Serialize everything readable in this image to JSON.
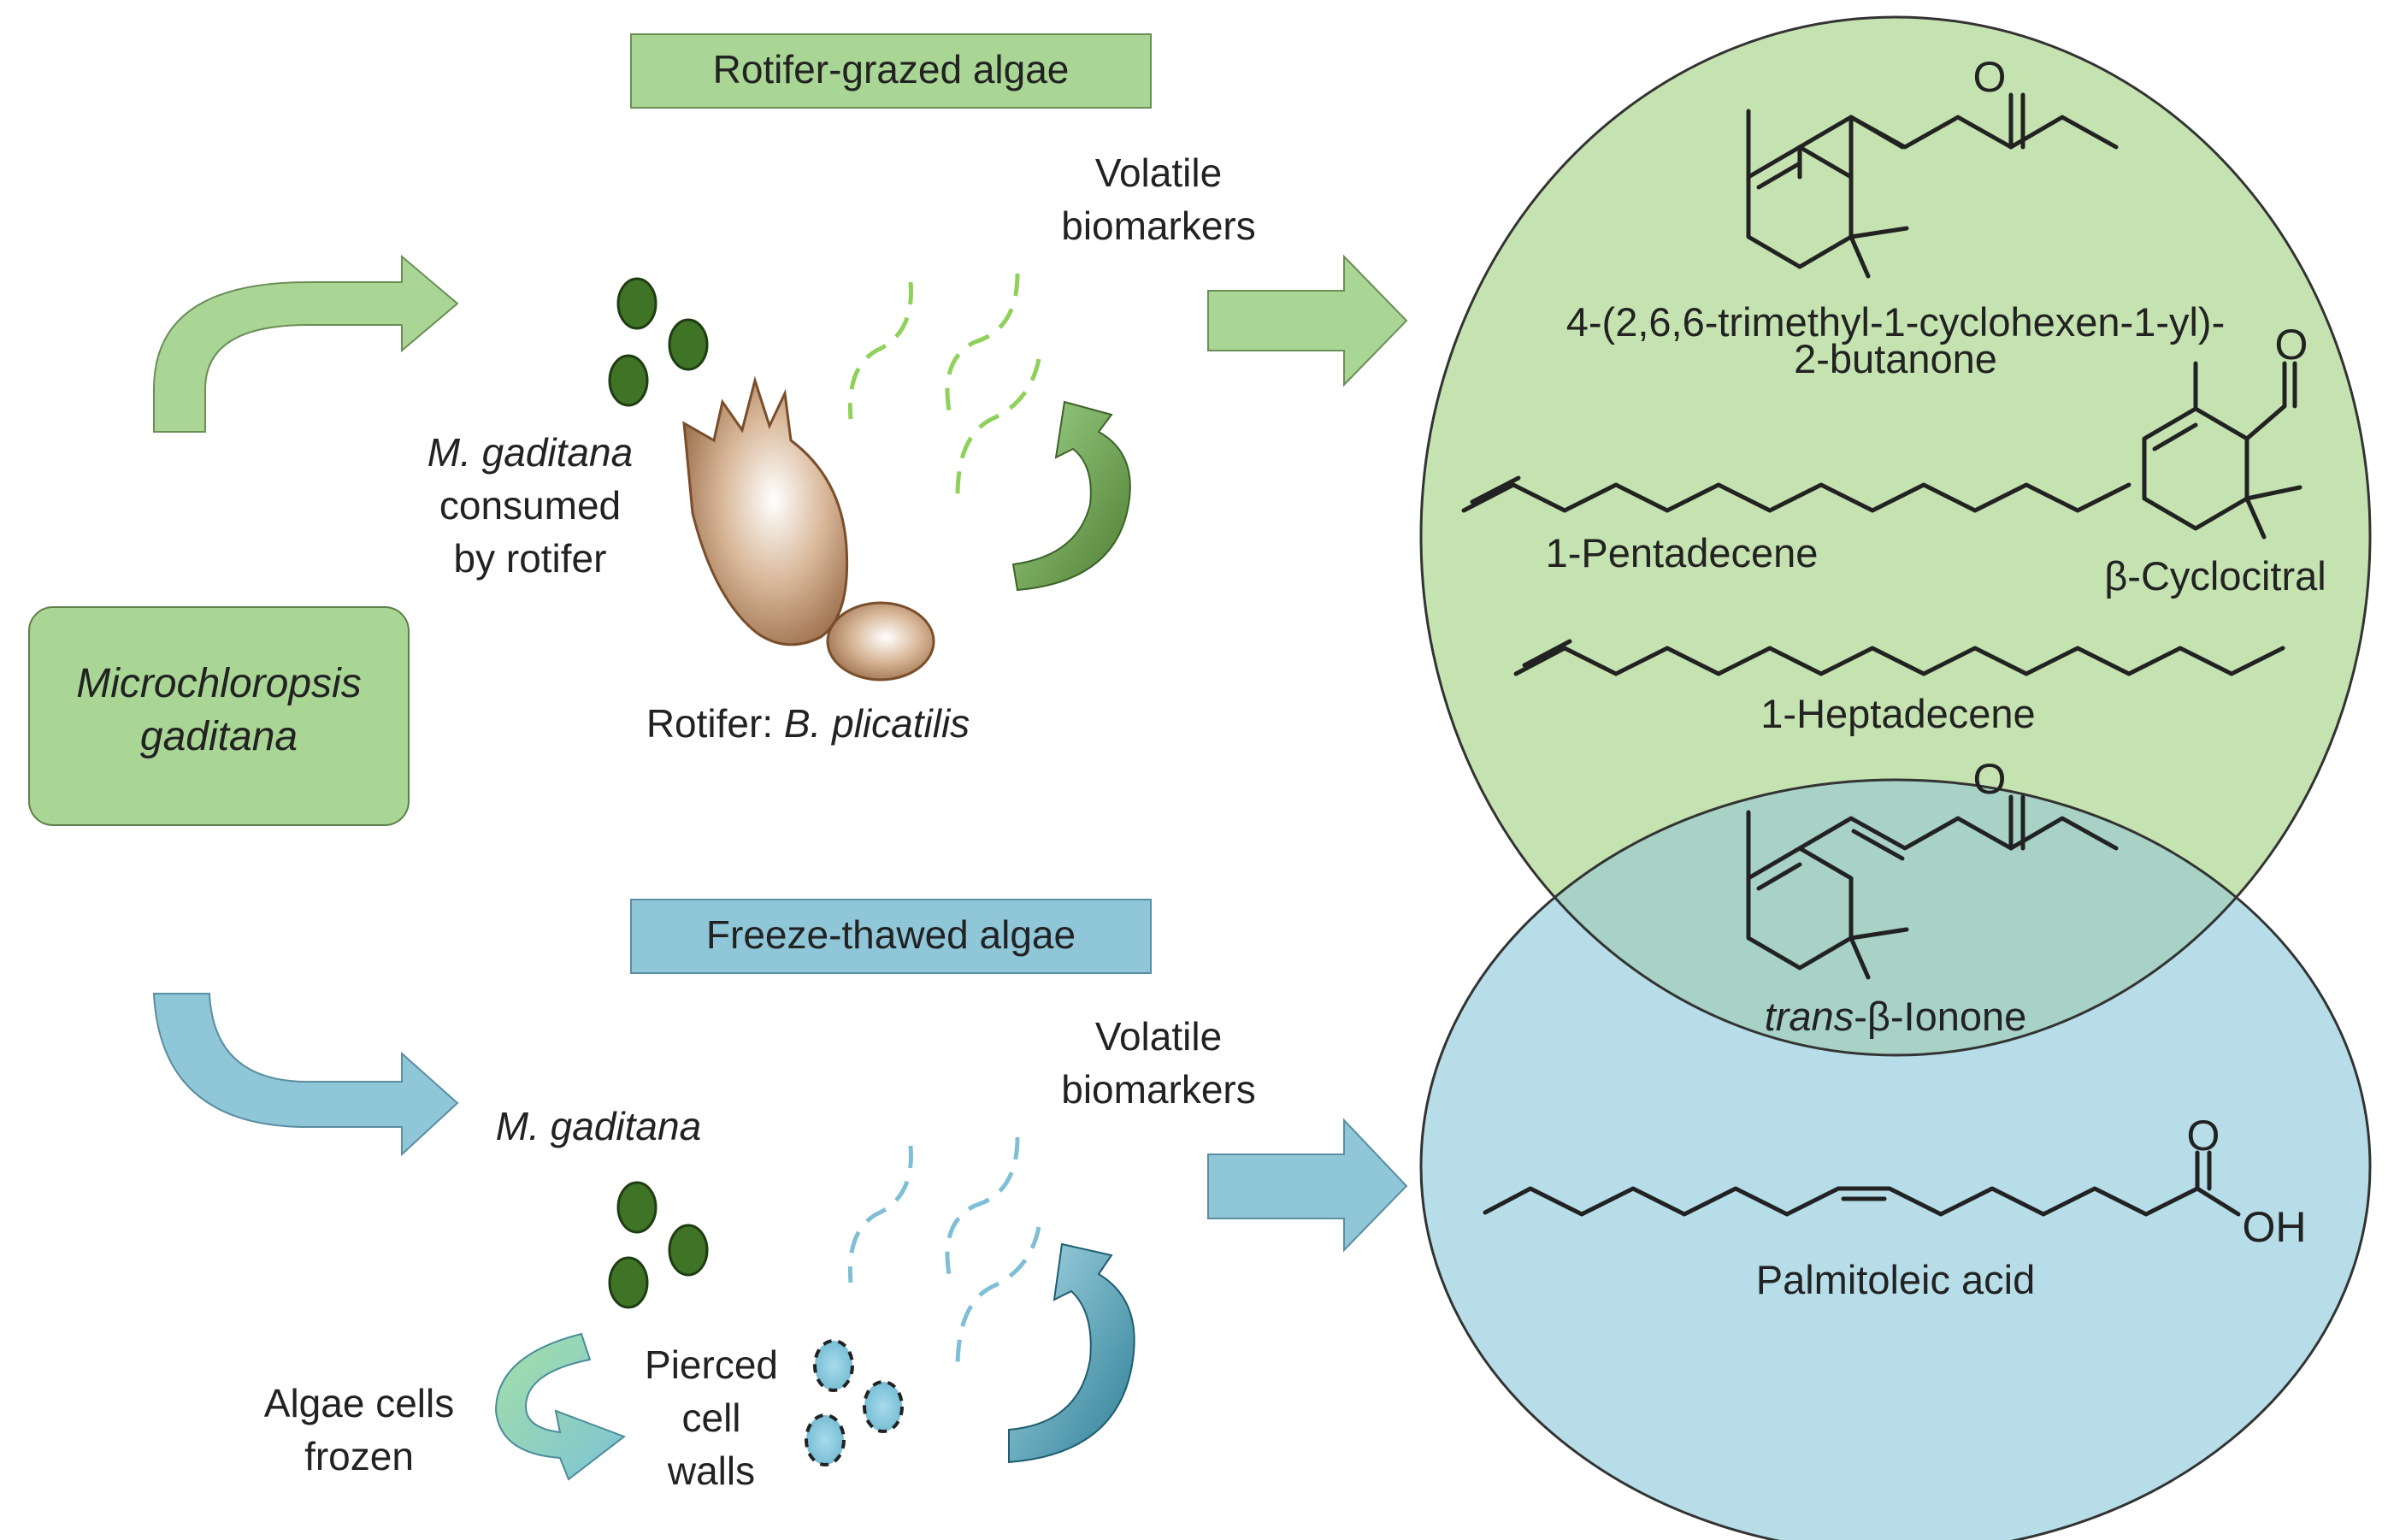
{
  "top_section": {
    "header": "Rotifer-grazed algae",
    "algae_caption": [
      "M. gaditana",
      "consumed",
      "by rotifer"
    ],
    "rotifer_caption_prefix": "Rotifer: ",
    "rotifer_caption_species": "B. plicatilis",
    "volatile_label": [
      "Volatile",
      "biomarkers"
    ]
  },
  "bottom_section": {
    "header": "Freeze-thawed algae",
    "algae_caption": "M. gaditana",
    "frozen_caption": [
      "Algae cells",
      "frozen"
    ],
    "pierced_caption": [
      "Pierced",
      "cell",
      "walls"
    ],
    "volatile_label": [
      "Volatile",
      "biomarkers"
    ]
  },
  "source_box": {
    "label": [
      "Microchloropsis",
      "gaditana"
    ]
  },
  "venn": {
    "top_circle_compounds": [
      {
        "id": "butanone",
        "name": [
          "4-(2,6,6-trimethyl-1-cyclohexen-1-yl)-",
          "2-butanone"
        ]
      },
      {
        "id": "cyclocitral",
        "name": "β-Cyclocitral"
      },
      {
        "id": "pentadecene",
        "name": "1-Pentadecene"
      },
      {
        "id": "heptadecene",
        "name": "1-Heptadecene"
      }
    ],
    "overlap_compound": {
      "id": "ionone",
      "prefix": "trans",
      "suffix": "-β-Ionone"
    },
    "bottom_circle_compounds": [
      {
        "id": "palmitoleic",
        "name": "Palmitoleic acid"
      }
    ],
    "atom_labels": {
      "oxygen": "O",
      "hydroxyl": "OH"
    }
  },
  "colors": {
    "green_fill": "#c5e3b1",
    "green_box": "#a9d595",
    "blue_fill": "#b7dde8",
    "blue_box": "#8fc6d8",
    "overlap_fill": "#a7d2c5",
    "algae_cell": "#3f7325",
    "dashed_green": "#8fd15a",
    "dashed_blue": "#7fbfd6"
  }
}
